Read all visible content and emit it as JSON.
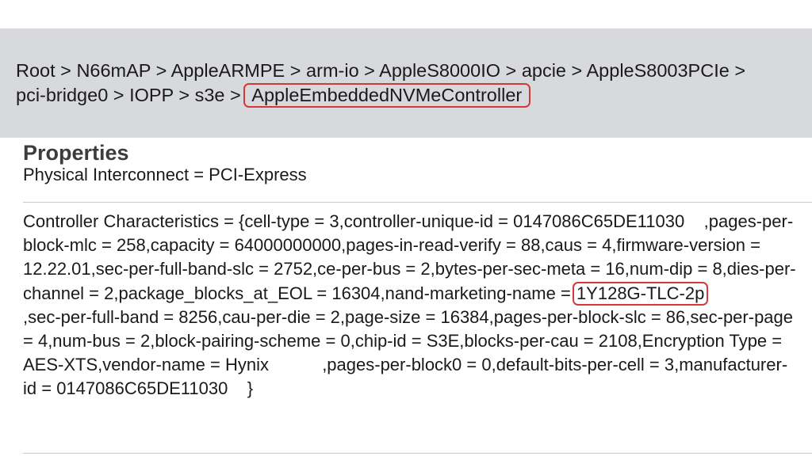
{
  "breadcrumb": {
    "items": [
      "Root",
      "N66mAP",
      "AppleARMPE",
      "arm-io",
      "AppleS8000IO",
      "apcie",
      "AppleS8003PCIe",
      "pci-bridge0",
      "IOPP",
      "s3e"
    ],
    "current": "AppleEmbeddedNVMeController",
    "separator": ">"
  },
  "properties": {
    "title": "Properties",
    "row1": "Physical Interconnect = PCI-Express",
    "row2": {
      "before": "Controller Characteristics = {cell-type = 3,controller-unique-id = 0147086C65DE11030    ,pages-per-block-mlc = 258,capacity = 64000000000,pages-in-read-verify = 88,caus = 4,firmware-version = 12.22.01,sec-per-full-band-slc = 2752,ce-per-bus = 2,bytes-per-sec-meta = 16,num-dip = 8,dies-per-channel = 2,package_blocks_at_EOL = 16304,nand-marketing-name = ",
      "highlight": "1Y128G-TLC-2p",
      "after": "                  ,sec-per-full-band = 8256,cau-per-die = 2,page-size = 16384,pages-per-block-slc = 86,sec-per-page = 4,num-bus = 2,block-pairing-scheme = 0,chip-id = S3E,blocks-per-cau = 2108,Encryption Type = AES-XTS,vendor-name = Hynix           ,pages-per-block0 = 0,default-bits-per-cell = 3,manufacturer-id = 0147086C65DE11030    }"
    }
  },
  "colors": {
    "breadcrumb_bg": "#d8d9dc",
    "highlight_border": "#d23a3a",
    "header_text": "#3c3c3e"
  }
}
